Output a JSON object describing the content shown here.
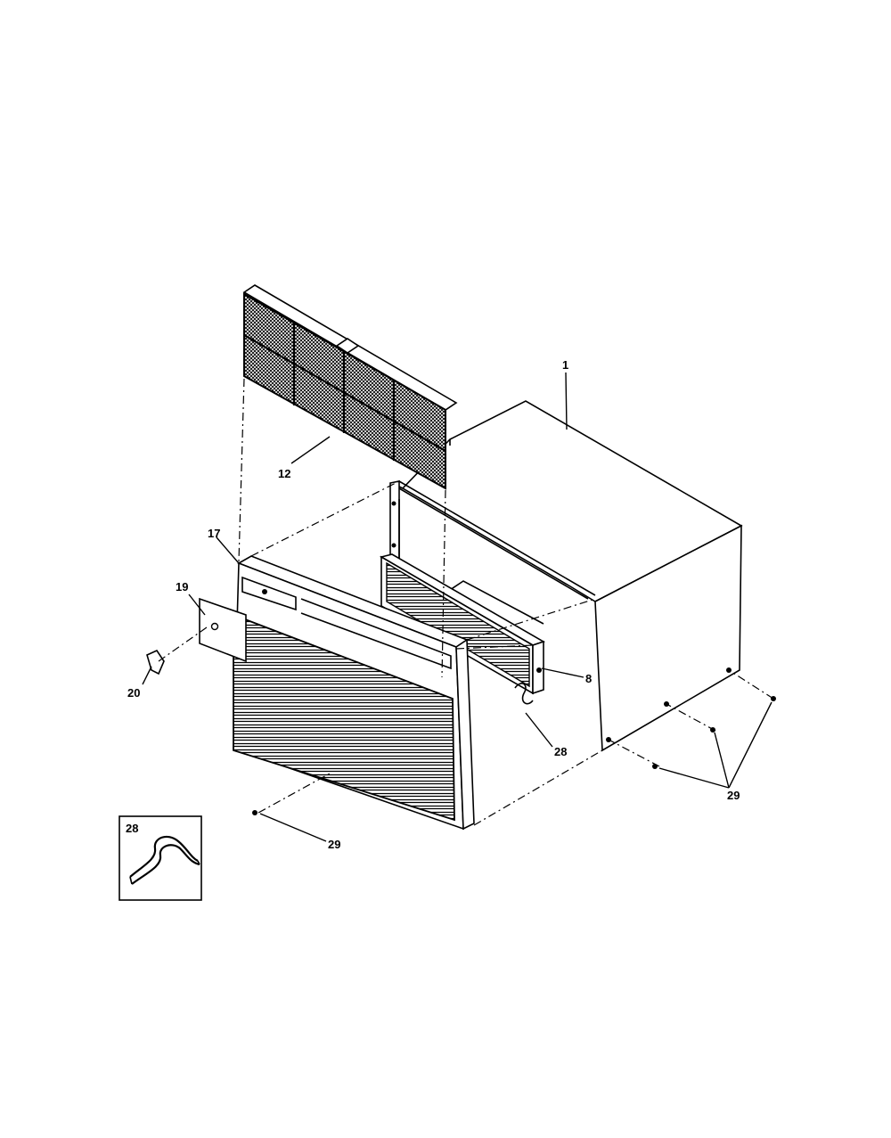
{
  "labels": {
    "cabinet": "1",
    "filter": "12",
    "front_panel": "17",
    "door": "19",
    "knob": "20",
    "rail": "8",
    "clip": "28",
    "screws_front": "29",
    "screws_side": "29",
    "inset_clip": "28"
  },
  "colors": {
    "line": "#000000",
    "background": "#ffffff"
  }
}
